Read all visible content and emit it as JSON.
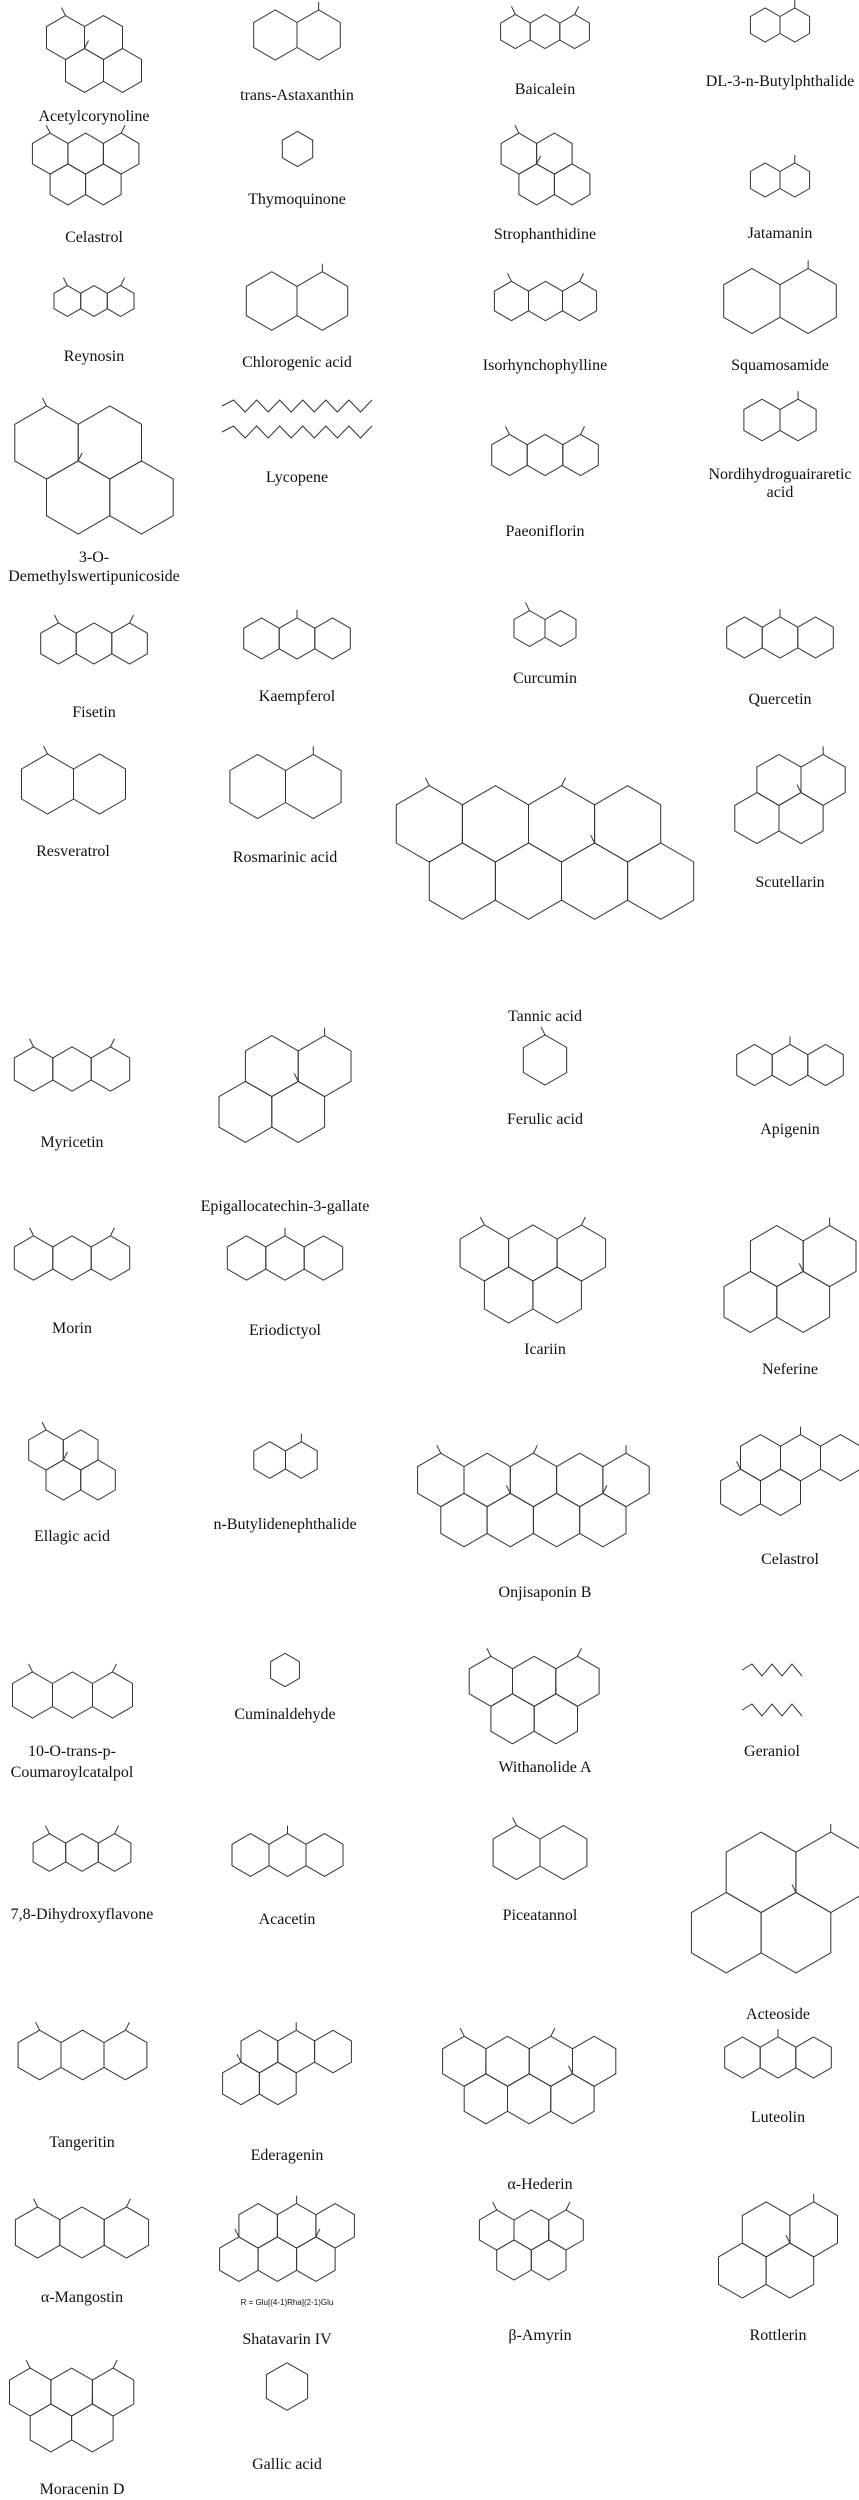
{
  "figure": {
    "compounds": [
      {
        "lines": [
          "Acetylcorynoline"
        ]
      },
      {
        "lines": [
          "trans-Astaxanthin"
        ]
      },
      {
        "lines": [
          "Baicalein"
        ]
      },
      {
        "lines": [
          "DL-3-n-Butylphthalide"
        ]
      },
      {
        "lines": [
          "Celastrol"
        ]
      },
      {
        "lines": [
          "Thymoquinone"
        ]
      },
      {
        "lines": [
          "Strophanthidine"
        ]
      },
      {
        "lines": [
          "Jatamanin"
        ]
      },
      {
        "lines": [
          "Reynosin"
        ]
      },
      {
        "lines": [
          "Chlorogenic acid"
        ]
      },
      {
        "lines": [
          "Isorhynchophylline"
        ]
      },
      {
        "lines": [
          "Squamosamide"
        ]
      },
      {
        "lines": [
          "3-O-",
          "Demethylswertipunicoside"
        ]
      },
      {
        "lines": [
          "Lycopene"
        ]
      },
      {
        "lines": [
          "Paeoniflorin"
        ]
      },
      {
        "lines": [
          "Nordihydroguairaretic",
          "acid"
        ]
      },
      {
        "lines": [
          "Fisetin"
        ]
      },
      {
        "lines": [
          "Kaempferol"
        ]
      },
      {
        "lines": [
          "Curcumin"
        ]
      },
      {
        "lines": [
          "Quercetin"
        ]
      },
      {
        "lines": [
          "Resveratrol"
        ]
      },
      {
        "lines": [
          "Rosmarinic acid"
        ]
      },
      {
        "lines": [
          "Tannic acid"
        ]
      },
      {
        "lines": [
          "Scutellarin"
        ]
      },
      {
        "lines": [
          "Myricetin"
        ]
      },
      {
        "lines": [
          "Epigallocatechin-3-gallate"
        ]
      },
      {
        "lines": [
          "Ferulic acid"
        ]
      },
      {
        "lines": [
          "Apigenin"
        ]
      },
      {
        "lines": [
          "Morin"
        ]
      },
      {
        "lines": [
          "Eriodictyol"
        ]
      },
      {
        "lines": [
          "Icariin"
        ]
      },
      {
        "lines": [
          "Neferine"
        ]
      },
      {
        "lines": [
          "Ellagic acid"
        ]
      },
      {
        "lines": [
          "n-Butylidenephthalide"
        ]
      },
      {
        "lines": [
          "Onjisaponin B"
        ]
      },
      {
        "lines": [
          "Celastrol"
        ]
      },
      {
        "lines": [
          "10-O-trans-p-",
          "Coumaroylcatalpol"
        ]
      },
      {
        "lines": [
          "Cuminaldehyde"
        ]
      },
      {
        "lines": [
          "Withanolide A"
        ]
      },
      {
        "lines": [
          "Geraniol"
        ]
      },
      {
        "lines": [
          "7,8-Dihydroxyflavone"
        ]
      },
      {
        "lines": [
          "Acacetin"
        ]
      },
      {
        "lines": [
          "Piceatannol"
        ]
      },
      {
        "lines": [
          "Acteoside"
        ]
      },
      {
        "lines": [
          "Tangeritin"
        ]
      },
      {
        "lines": [
          "Ederagenin"
        ]
      },
      {
        "lines": [
          "α-Hederin"
        ]
      },
      {
        "lines": [
          "Luteolin"
        ]
      },
      {
        "lines": [
          "α-Mangostin"
        ]
      },
      {
        "lines": [
          "Shatavarin IV"
        ],
        "caption": "R = Glu[(4-1)Rha](2-1)Glu"
      },
      {
        "lines": [
          "β-Amyrin"
        ]
      },
      {
        "lines": [
          "Rottlerin"
        ]
      },
      {
        "lines": [
          "Moracenin D"
        ]
      },
      {
        "lines": [
          "Gallic acid"
        ]
      }
    ],
    "line_color": "#333333",
    "text_color": "#111111"
  }
}
